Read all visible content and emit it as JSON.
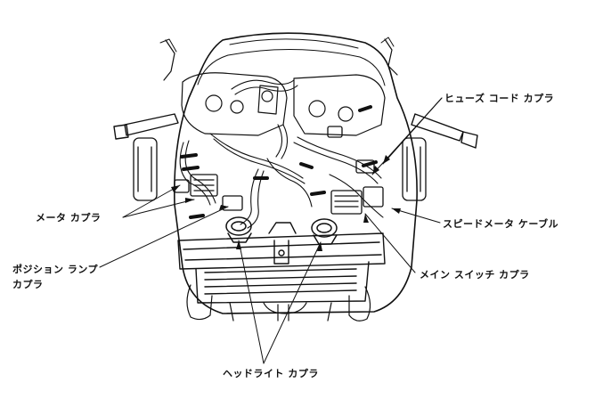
{
  "labels": {
    "fuse_cord_coupler": "ヒューズ コード カプラ",
    "meter_coupler": "メータ カプラ",
    "speedometer_cable": "スピードメータ ケーブル",
    "position_lamp_coupler_line1": "ポジション ランプ",
    "position_lamp_coupler_line2": "カプラ",
    "main_switch_coupler": "メイン スイッチ カプラ",
    "headlight_coupler": "ヘッドライト カプラ"
  },
  "colors": {
    "ink": "#111111",
    "background": "#ffffff"
  }
}
